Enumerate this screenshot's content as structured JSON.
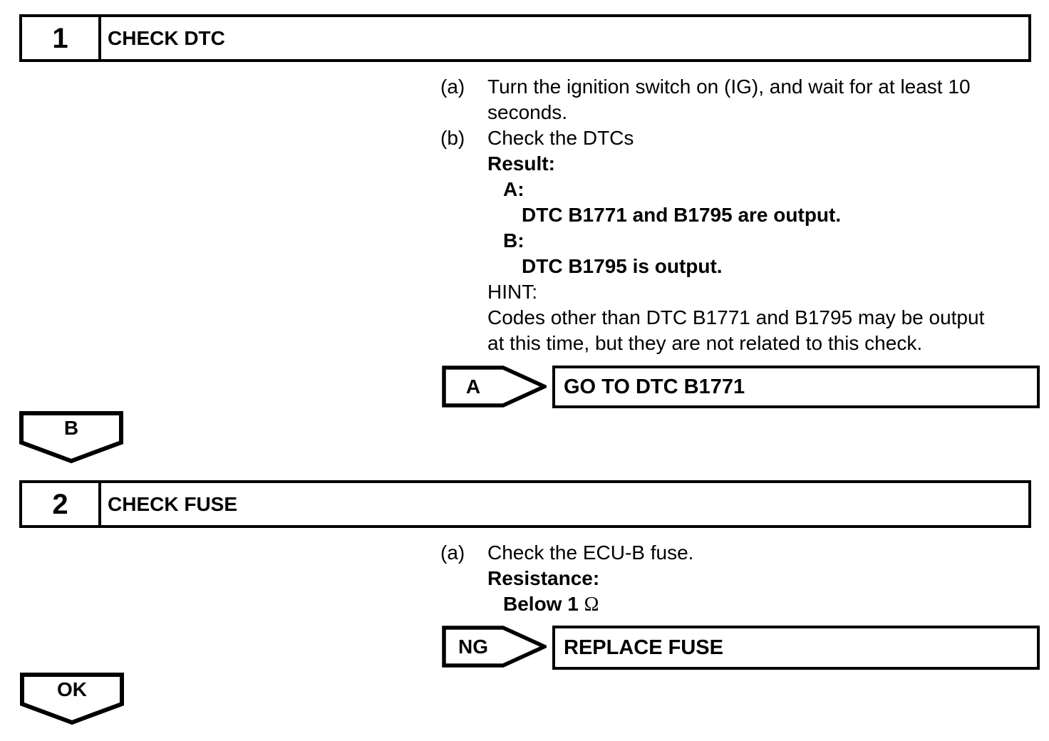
{
  "colors": {
    "ink": "#000000",
    "paper": "#ffffff"
  },
  "step1": {
    "number": "1",
    "title": "CHECK DTC",
    "instructions": [
      {
        "marker": "(a)",
        "indent": 0,
        "bold": false,
        "text": "Turn the ignition switch on (IG), and wait for at least 10"
      },
      {
        "indent": 0,
        "bold": false,
        "text": "seconds."
      },
      {
        "marker": "(b)",
        "indent": 0,
        "bold": false,
        "text": "Check the DTCs"
      },
      {
        "indent": 0,
        "bold": true,
        "text": "Result:"
      },
      {
        "indent": 1,
        "bold": true,
        "text": "A:"
      },
      {
        "indent": 2,
        "bold": true,
        "text": "DTC B1771 and B1795 are output."
      },
      {
        "indent": 1,
        "bold": true,
        "text": "B:"
      },
      {
        "indent": 2,
        "bold": true,
        "text": "DTC B1795 is output."
      },
      {
        "indent": 0,
        "bold": false,
        "text": "HINT:"
      },
      {
        "indent": 0,
        "bold": false,
        "text": "Codes other than DTC B1771 and B1795 may be output"
      },
      {
        "indent": 0,
        "bold": false,
        "text": "at this time, but they are not related to this check."
      }
    ],
    "branch": {
      "label": "A",
      "action": "GO TO DTC B1771"
    },
    "continue_label": "B"
  },
  "step2": {
    "number": "2",
    "title": "CHECK FUSE",
    "instructions": [
      {
        "marker": "(a)",
        "indent": 0,
        "bold": false,
        "text": "Check the ECU-B fuse."
      },
      {
        "indent": 0,
        "bold": true,
        "text": "Resistance:"
      },
      {
        "indent": 1,
        "bold": true,
        "text": "Below 1 ",
        "tail": "Ω"
      }
    ],
    "branch": {
      "label": "NG",
      "action": "REPLACE FUSE"
    },
    "continue_label": "OK"
  }
}
